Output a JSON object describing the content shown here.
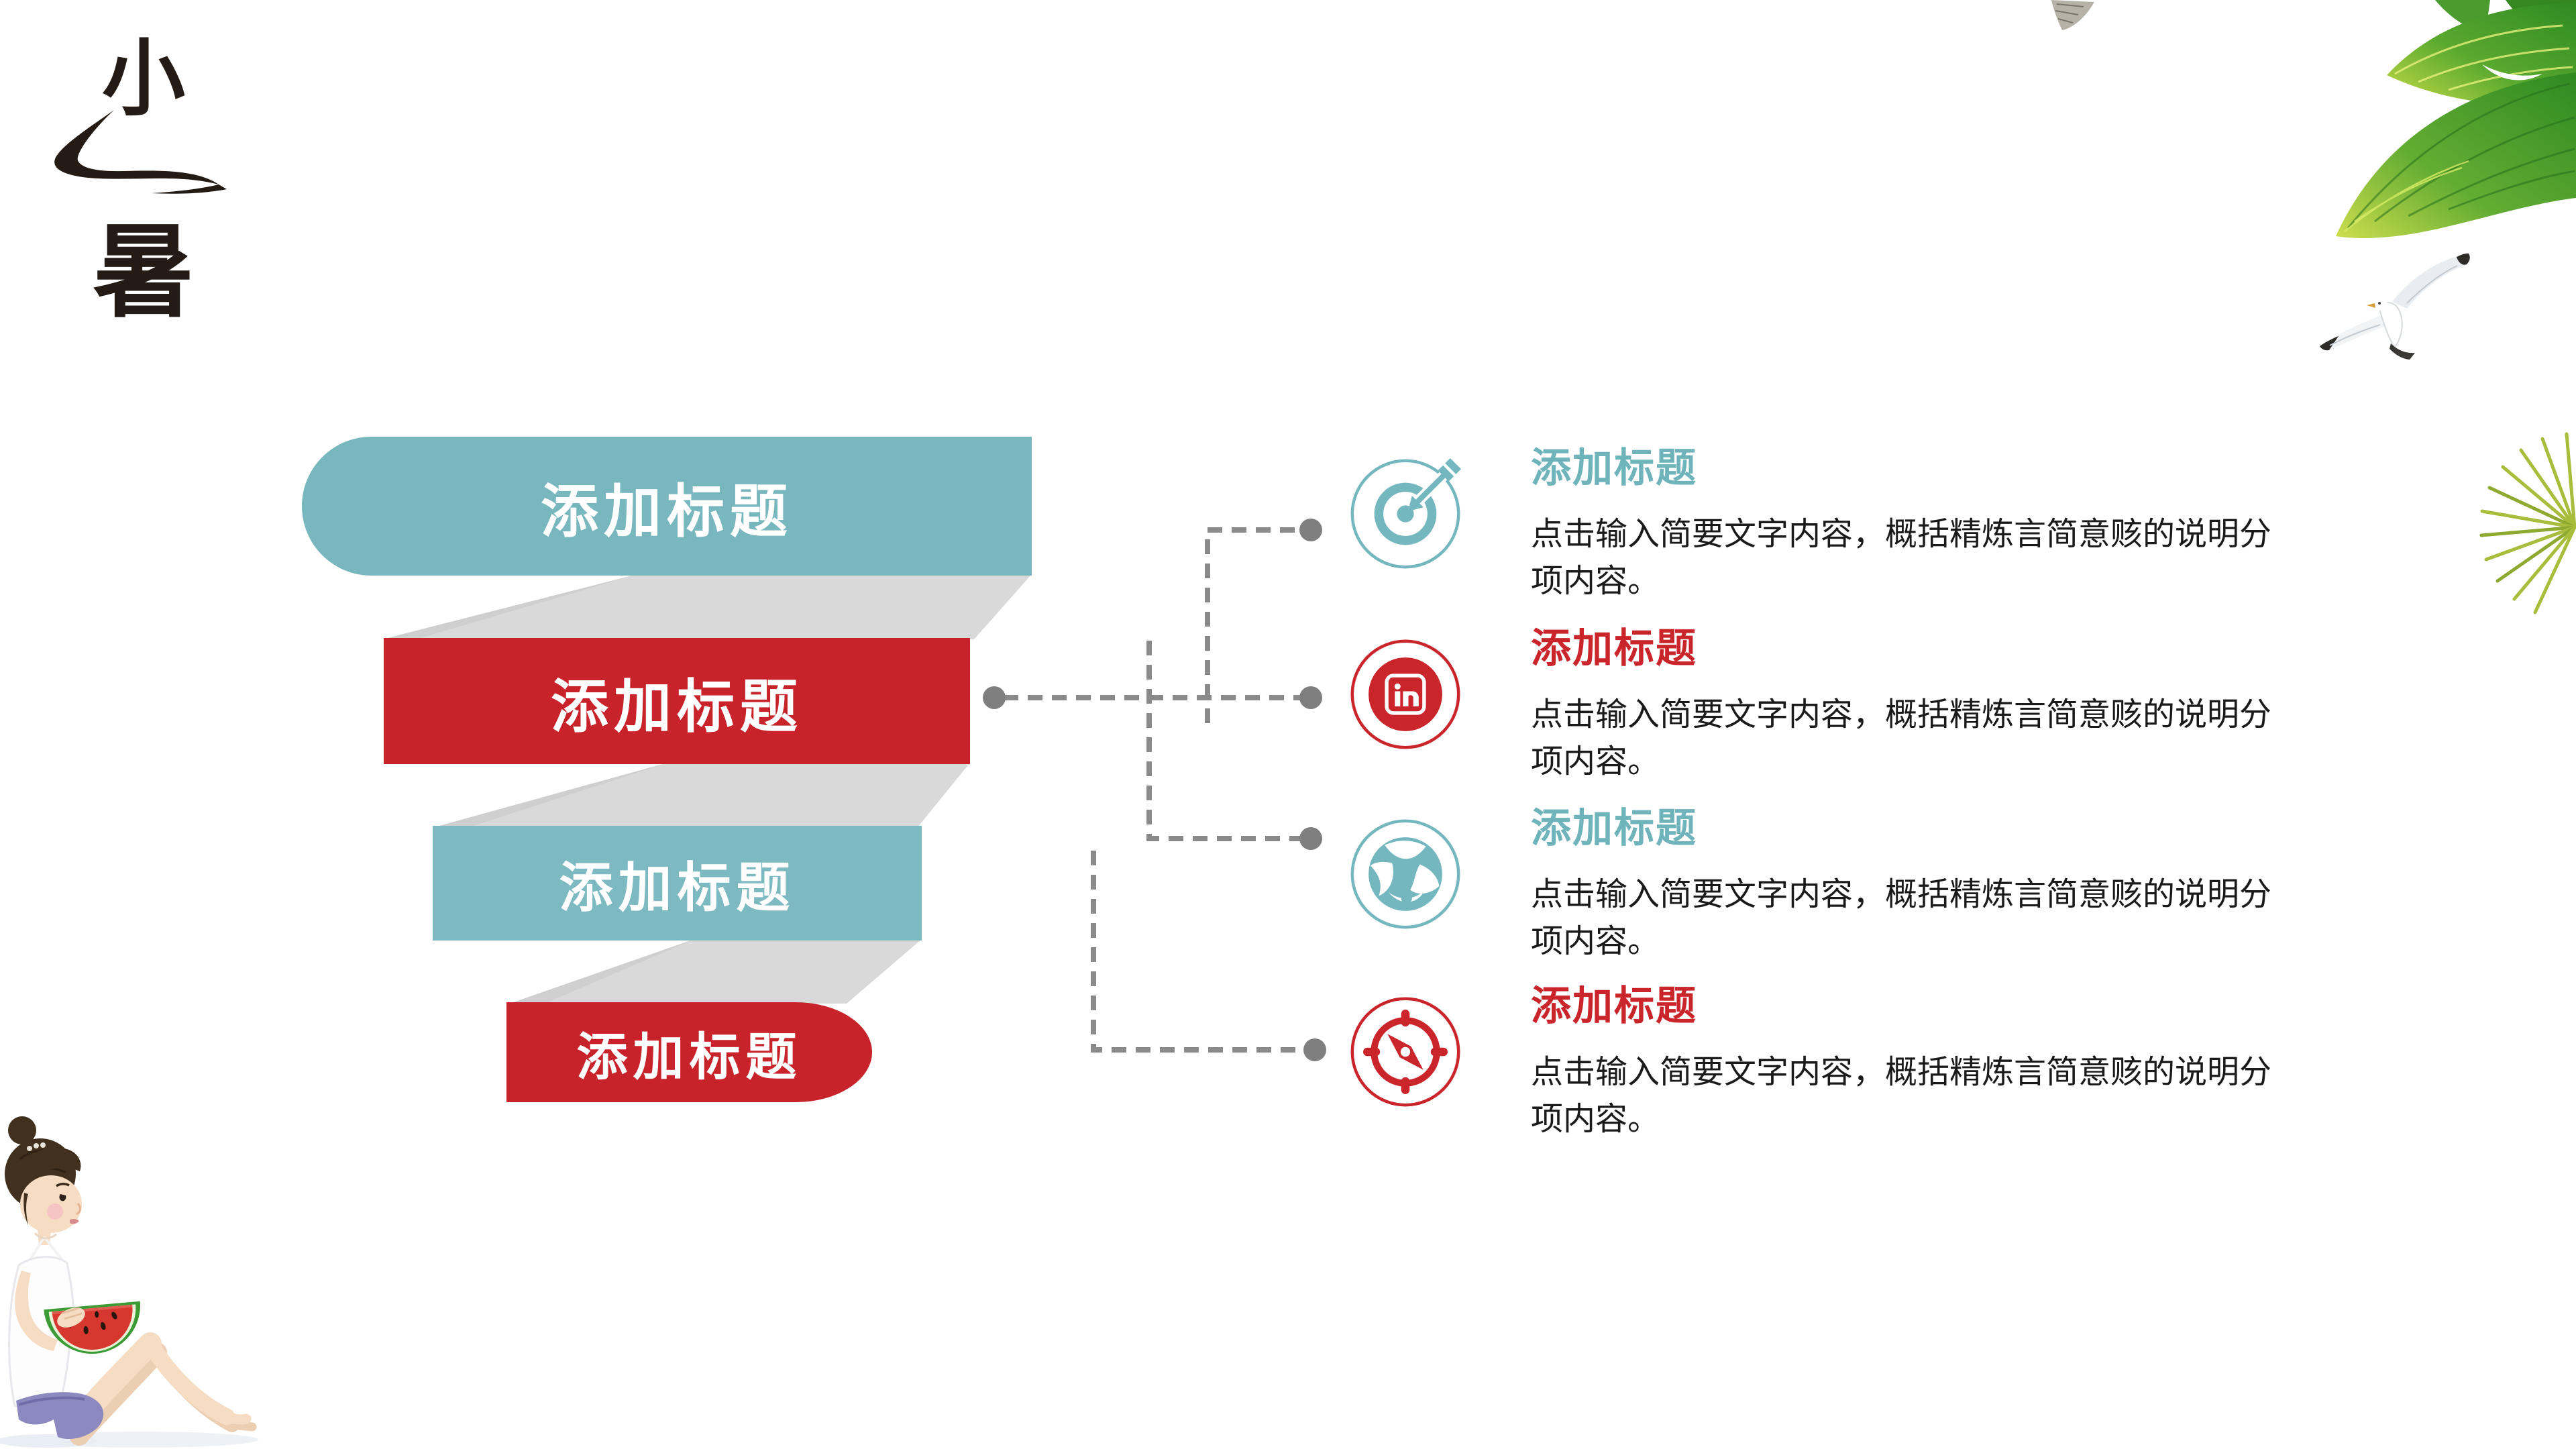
{
  "calligraphy": {
    "top_char": "小",
    "bottom_char": "暑",
    "ink_color": "#241c14"
  },
  "funnel": {
    "fold_color": "#d9d9d9",
    "bars": [
      {
        "label": "添加标题",
        "color": "#79b7bf",
        "shape": "rounded-left"
      },
      {
        "label": "添加标题",
        "color": "#c8232b",
        "shape": "rectangle"
      },
      {
        "label": "添加标题",
        "color": "#7cb9c1",
        "shape": "rectangle"
      },
      {
        "label": "添加标题",
        "color": "#c8232b",
        "shape": "rounded-right"
      }
    ]
  },
  "connector": {
    "color": "#8a8a8a",
    "dot_color": "#7f7f7f",
    "style": "dashed"
  },
  "items": [
    {
      "title": "添加标题",
      "title_color": "#6fb3bb",
      "icon": "target-icon",
      "description": "点击输入简要文字内容，概括精炼言简意赅的说明分项内容。"
    },
    {
      "title": "添加标题",
      "title_color": "#c9252b",
      "icon": "linkedin-icon",
      "description": "点击输入简要文字内容，概括精炼言简意赅的说明分项内容。"
    },
    {
      "title": "添加标题",
      "title_color": "#6fb3bb",
      "icon": "globe-icon",
      "description": "点击输入简要文字内容，概括精炼言简意赅的说明分项内容。"
    },
    {
      "title": "添加标题",
      "title_color": "#c9252b",
      "icon": "compass-icon",
      "description": "点击输入简要文字内容，概括精炼言简意赅的说明分项内容。"
    }
  ],
  "colors": {
    "teal": "#79b7bf",
    "red": "#c8232b",
    "heading_teal": "#6fb3bb",
    "heading_red": "#c9252b",
    "fold_gray": "#d9d9d9",
    "connector_gray": "#8a8a8a",
    "body_text": "#1a1a1a",
    "leaf_green_dark": "#2f8a22",
    "leaf_green_light": "#cede4e",
    "palm_yellow_green": "#a9bd3c"
  },
  "decorations": [
    "calligraphy-xiaoshu",
    "banana-leaves-image",
    "seagull-image",
    "feather-image",
    "palm-frond-image",
    "girl-eating-watermelon-image"
  ]
}
